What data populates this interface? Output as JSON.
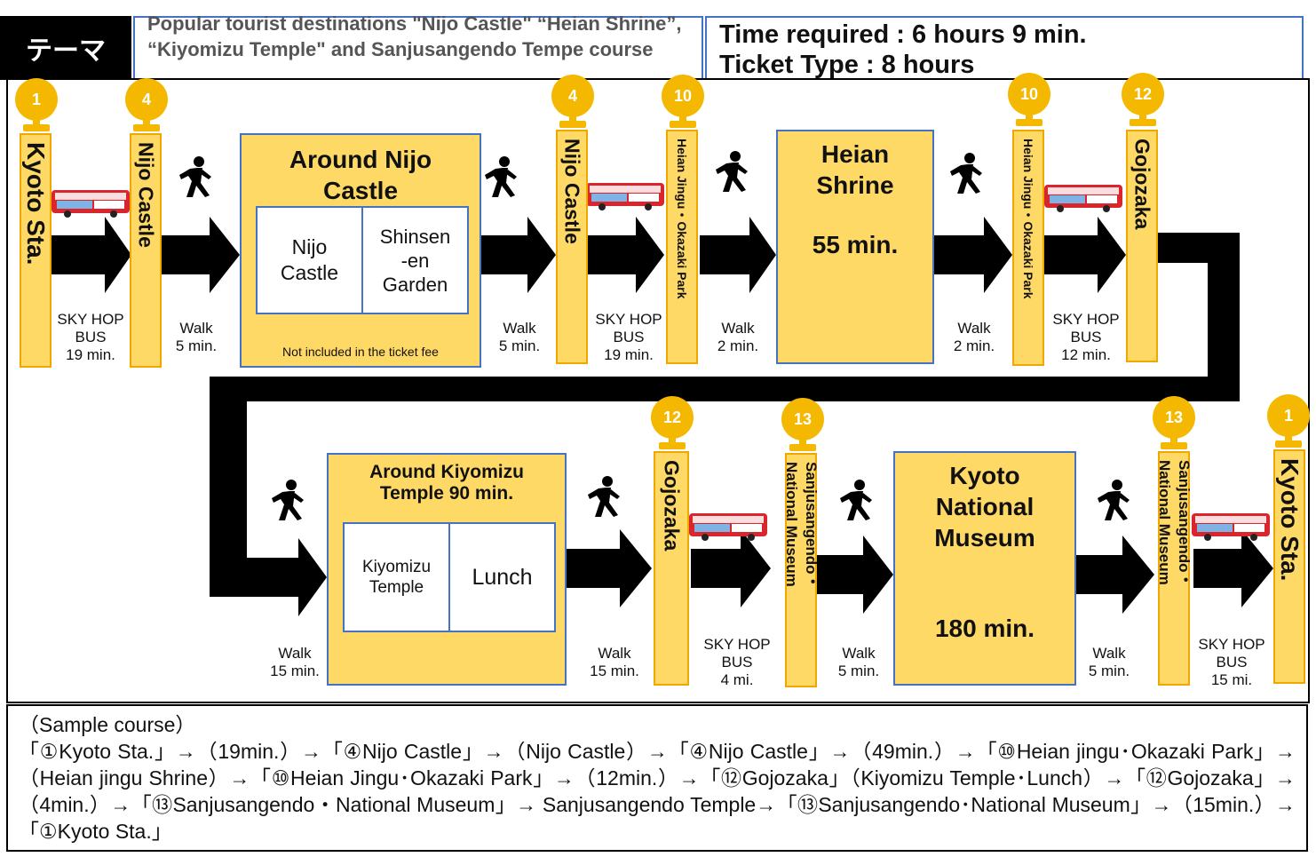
{
  "header": {
    "theme_label": "テーマ",
    "course_title": "Popular tourist destinations \"Nijo Castle\" “Heian Shrine”, “Kiyomizu Temple\" and Sanjusangendo Tempe course",
    "time_required": "Time required  : 6 hours 9 min.",
    "ticket_type": "Ticket Type : 8 hours"
  },
  "row1": {
    "stop_kyoto": {
      "num": "1",
      "label": "Kyoto Sta."
    },
    "leg1": "SKY HOP\nBUS\n19 min.",
    "stop_nijo1": {
      "num": "4",
      "label": "Nijo Castle"
    },
    "walk1": "Walk\n5 min.",
    "nijo_box": {
      "title": "Around Nijo\nCastle",
      "cell1": "Nijo\nCastle",
      "cell2": "Shinsen\n-en\nGarden",
      "note": "Not included in the ticket fee"
    },
    "walk2": "Walk\n5 min.",
    "stop_nijo2": {
      "num": "4",
      "label": "Nijo Castle"
    },
    "leg2": "SKY HOP\nBUS\n19 min.",
    "stop_heian1": {
      "num": "10",
      "label": "Heian Jingu・Okazaki Park"
    },
    "walk3": "Walk\n2 min.",
    "heian_box": {
      "title": "Heian\nShrine",
      "time": "55 min."
    },
    "walk4": "Walk\n2 min.",
    "stop_heian2": {
      "num": "10",
      "label": "Heian Jingu・Okazaki Park"
    },
    "leg3": "SKY HOP\nBUS\n12 min.",
    "stop_gojo1": {
      "num": "12",
      "label": "Gojozaka"
    }
  },
  "row2": {
    "walk5": "Walk\n15 min.",
    "kiyomizu_box": {
      "title": "Around Kiyomizu\nTemple 90 min.",
      "cell1": "Kiyomizu\nTemple",
      "cell2": "Lunch"
    },
    "walk6": "Walk\n15 min.",
    "stop_gojo2": {
      "num": "12",
      "label": "Gojozaka"
    },
    "leg4": "SKY HOP\nBUS\n4 mi.",
    "stop_sanju1": {
      "num": "13",
      "label": "Sanjusangendo・\nNational Museum"
    },
    "walk7": "Walk\n5 min.",
    "museum_box": {
      "title": "Kyoto\nNational\nMuseum",
      "time": "180 min."
    },
    "walk8": "Walk\n5 min.",
    "stop_sanju2": {
      "num": "13",
      "label": "Sanjusangendo・\nNational Museum"
    },
    "leg5": "SKY HOP\nBUS\n15 mi.",
    "stop_kyoto2": {
      "num": "1",
      "label": "Kyoto Sta."
    }
  },
  "sample": {
    "heading": "（Sample course）",
    "text": "「①Kyoto Sta.」→（19min.）→「④Nijo Castle」→（Nijo Castle）→「④Nijo Castle」→（49min.）→「⑩Heian jingu･Okazaki Park」→（Heian jingu Shrine）→「⑩Heian Jingu･Okazaki Park」→（12min.）→「⑫Gojozaka」（Kiyomizu Temple･Lunch）→「⑫Gojozaka」→（4min.）→「⑬Sanjusangendo・National Museum」→ Sanjusangendo Temple→「⑬Sanjusangendo･National Museum」→（15min.）→「①Kyoto Sta.」"
  },
  "icons": [
    "walking-person-icon",
    "sky-hop-bus-icon",
    "bus-stop-pin-icon",
    "arrow-right-icon"
  ],
  "colors": {
    "pole_fill": "#ffd966",
    "pin": "#f5b800",
    "box_border": "#4472c4",
    "bus_red": "#d9262c"
  }
}
